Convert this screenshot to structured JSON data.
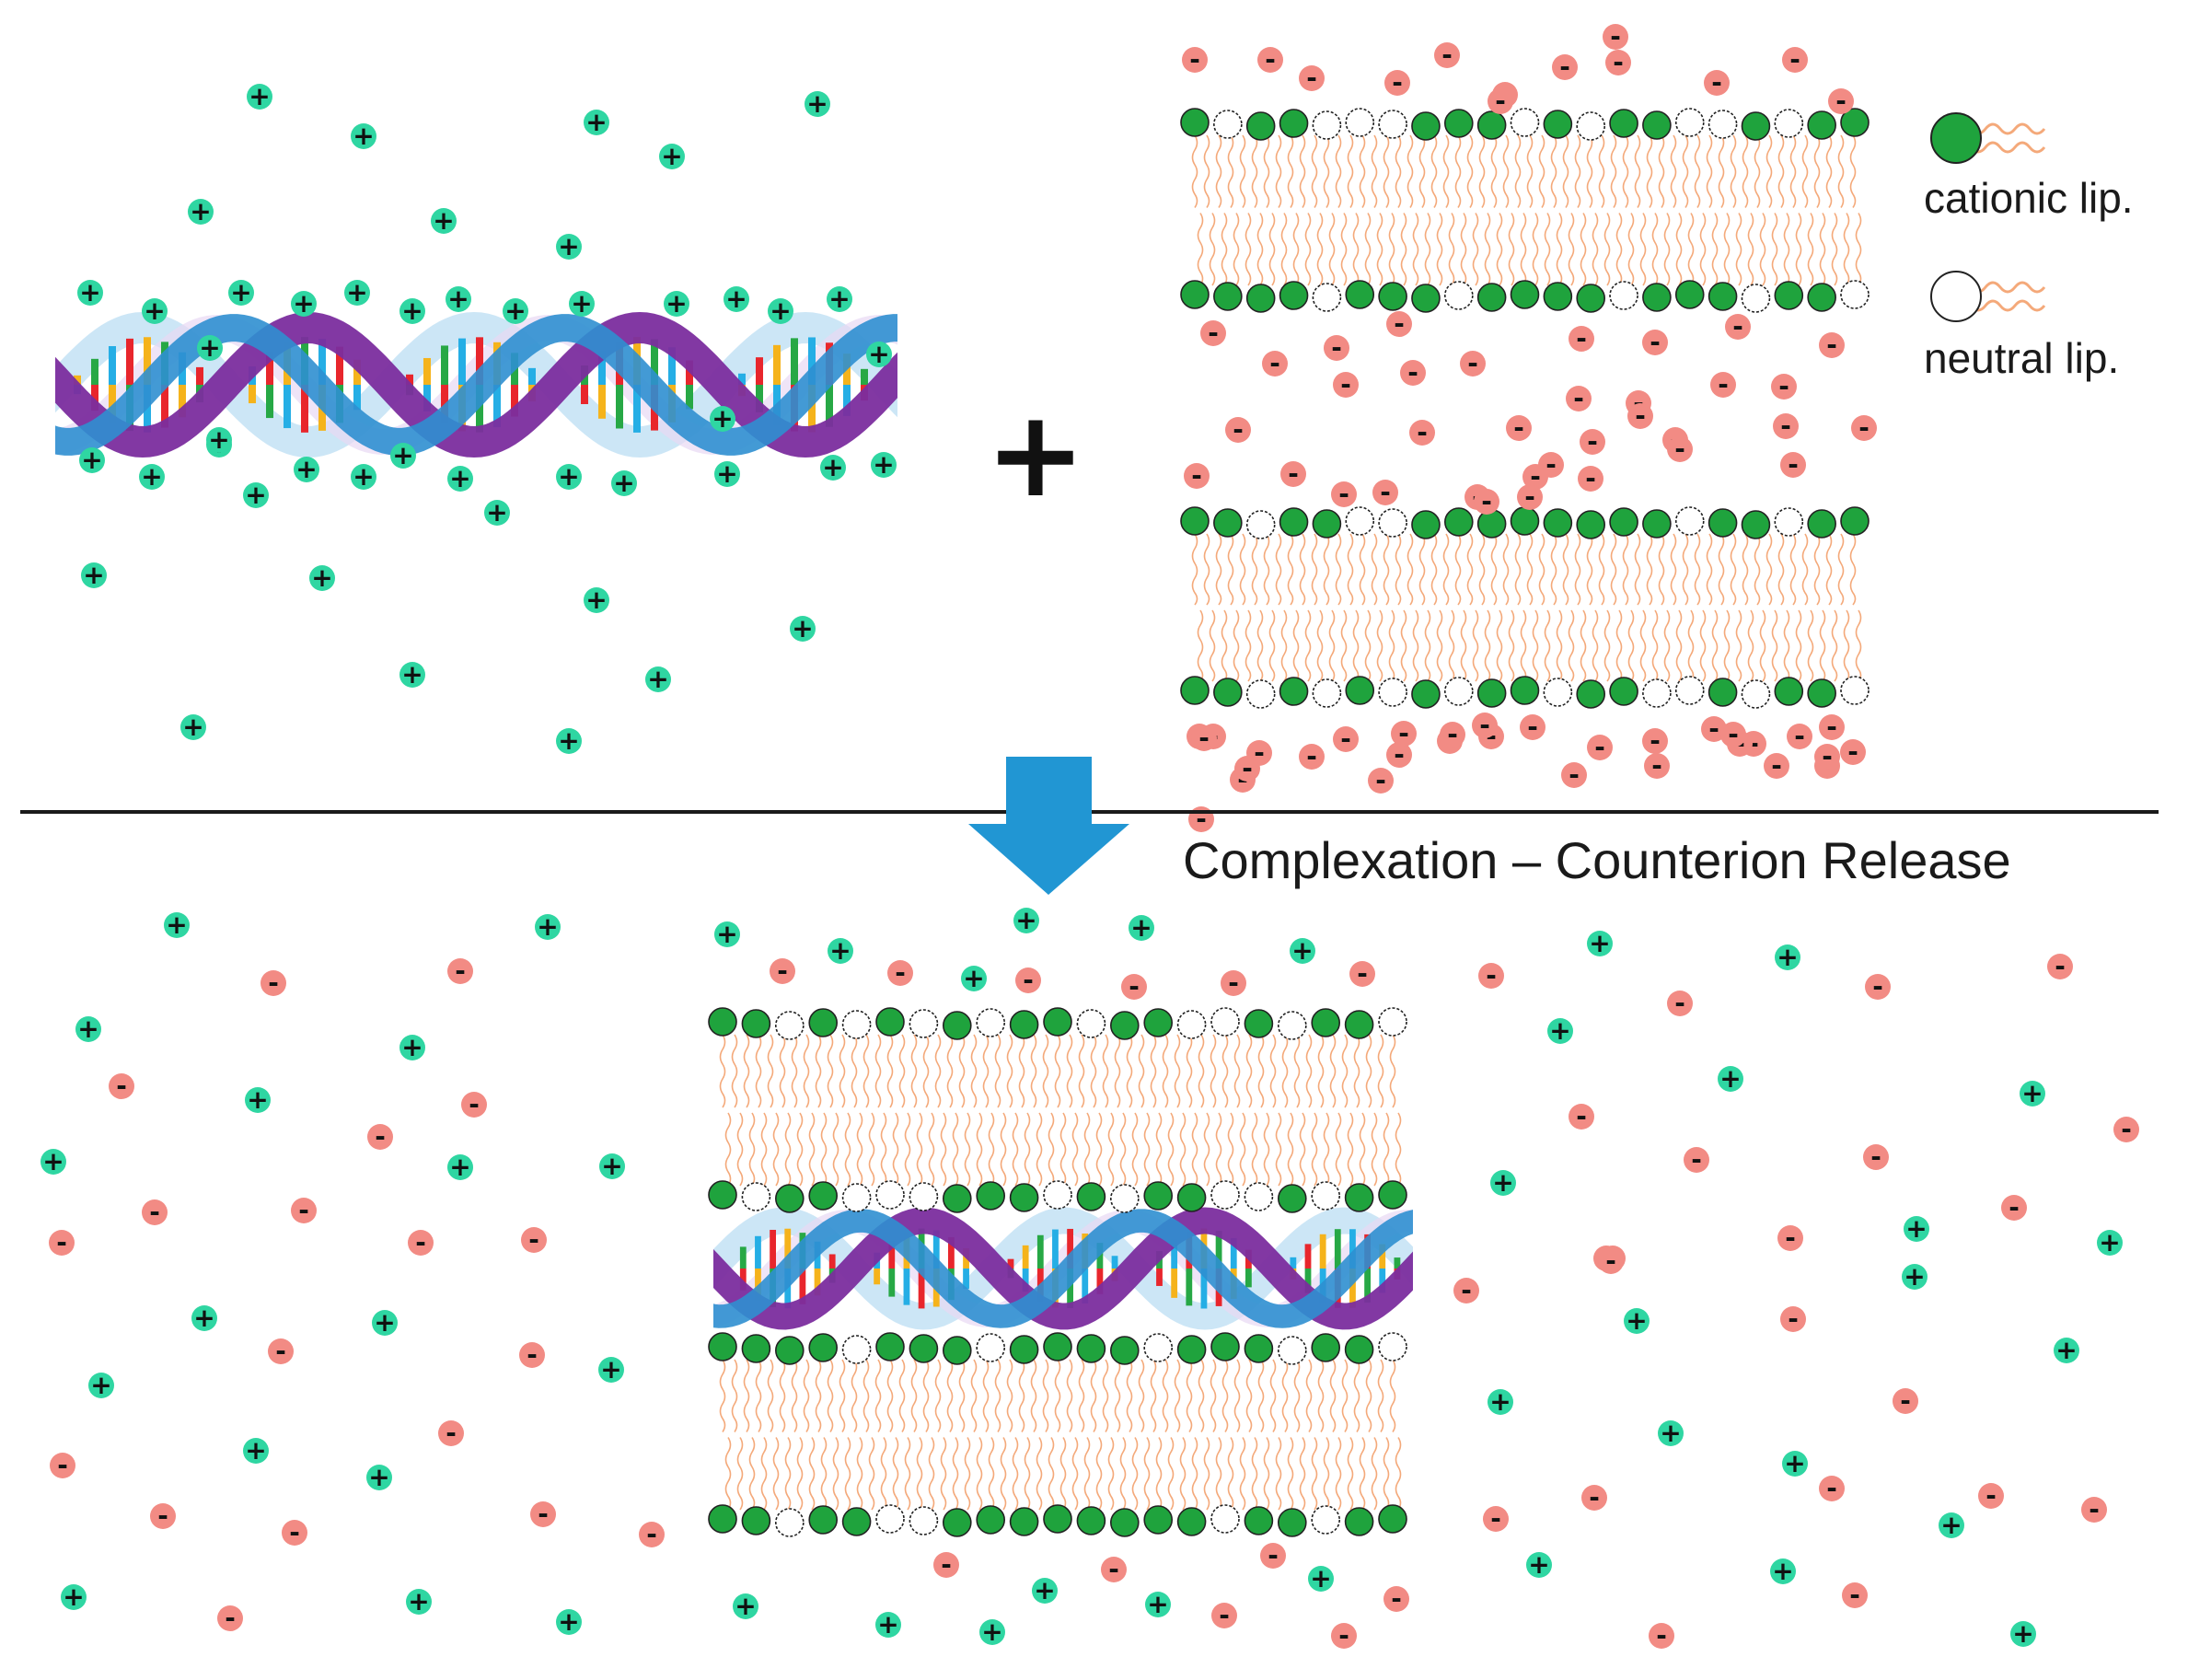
{
  "legend": {
    "cationic_label": "cationic lip.",
    "neutral_label": "neutral lip."
  },
  "caption": "Complexation – Counterion Release",
  "operator_symbol": "+",
  "ion_symbols": {
    "cation": "+",
    "anion": "-"
  },
  "colors": {
    "cation_fill": "#2fd6a2",
    "anion_fill": "#f28b84",
    "cationic_lipid_head": "#1fa33d",
    "neutral_lipid_head": "#ffffff",
    "lipid_tail": "#f4a97a",
    "arrow": "#2196d3",
    "dna_backbone_blue": "#2f8fd0",
    "dna_backbone_purple": "#7b2d9e",
    "dna_base_colors": [
      "#e8262c",
      "#f5b31b",
      "#27a845",
      "#25aee5"
    ],
    "divider": "#1a1a1a"
  },
  "icons": {
    "cation": "plus-ion-icon",
    "anion": "minus-ion-icon",
    "cationic_lipid": "cationic-lipid-icon",
    "neutral_lipid": "neutral-lipid-icon",
    "process_arrow": "down-arrow-icon",
    "dna": "dna-double-helix-icon"
  }
}
